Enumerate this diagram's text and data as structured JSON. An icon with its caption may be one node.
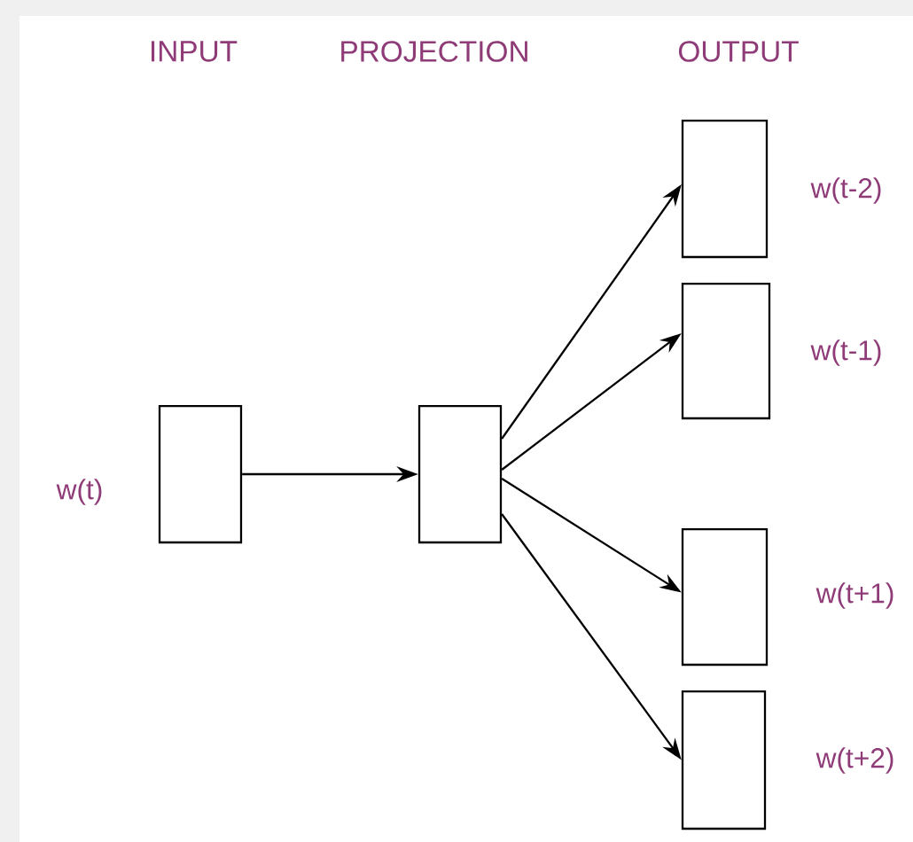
{
  "diagram": {
    "nodes": [
      {
        "text": [],
        "shape": "box",
        "beside": [
          "w(t)"
        ]
      },
      {
        "text": [],
        "shape": "box"
      },
      {
        "text": [],
        "shape": "box",
        "beside": [
          "w(t-2)"
        ]
      },
      {
        "text": [],
        "shape": "box",
        "beside": [
          "w(t-1)"
        ]
      },
      {
        "text": [],
        "shape": "box",
        "beside": [
          "w(t+1)"
        ]
      },
      {
        "text": [],
        "shape": "box",
        "beside": [
          "w(t+2)"
        ]
      }
    ],
    "edges": [
      {
        "from": 0,
        "to": 1,
        "arrow": "to"
      },
      {
        "from": 1,
        "to": 2,
        "arrow": "to"
      },
      {
        "from": 1,
        "to": 3,
        "arrow": "to"
      },
      {
        "from": 1,
        "to": 4,
        "arrow": "to"
      },
      {
        "from": 1,
        "to": 5,
        "arrow": "to"
      }
    ],
    "labels": [
      "INPUT",
      "PROJECTION",
      "OUTPUT"
    ]
  }
}
